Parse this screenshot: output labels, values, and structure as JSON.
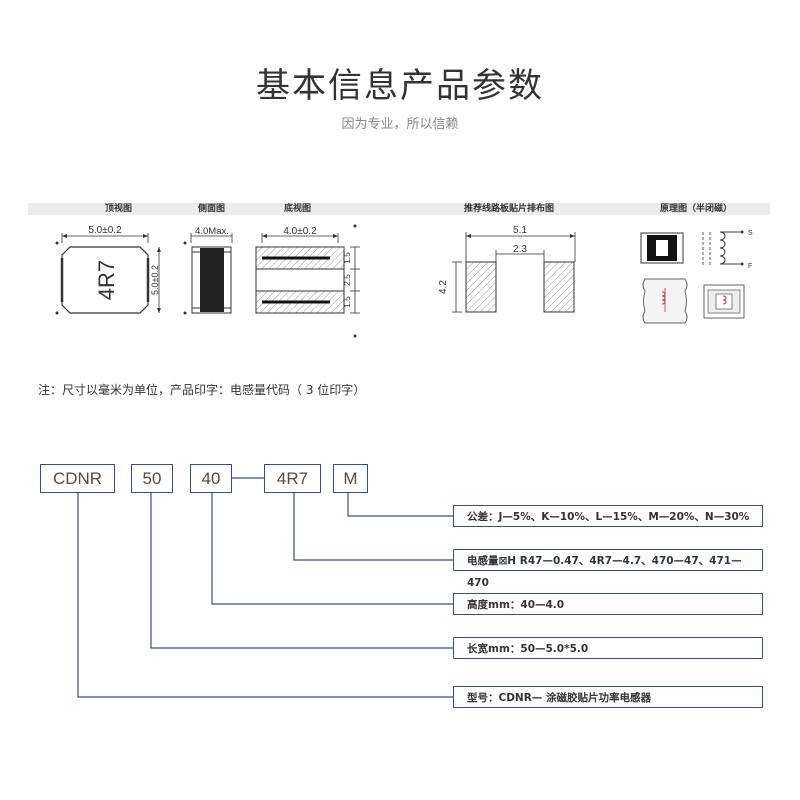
{
  "title": {
    "main": "基本信息",
    "highlight": "产品参数"
  },
  "subtitle": "因为专业，所以信赖",
  "diagram_headers": {
    "top_view": "顶视图",
    "side_view": "侧面图",
    "bottom_view": "底视图",
    "pad_layout": "推荐线路板贴片排布图",
    "schematic": "原理图（半闭磁）"
  },
  "dimensions": {
    "top_width": "5.0±0.2",
    "top_height": "5.0±0.2",
    "marking": "4R7",
    "side_height": "4.0Max.",
    "bottom_width": "4.0±0.2",
    "bottom_seg1": "1.5",
    "bottom_seg2": "2.5",
    "bottom_seg3": "1.5",
    "pad_total": "5.1",
    "pad_gap": "2.3",
    "pad_height": "4.2",
    "pin_s": "S",
    "pin_f": "F"
  },
  "note": "注：尺寸以毫米为单位，产品印字：电感量代码（ 3 位印字）",
  "codes": [
    "CDNR",
    "50",
    "40",
    "4R7",
    "M"
  ],
  "descriptions": [
    "公差：J—5%、K—10%、L—15%、M—20%、N—30%",
    "电感量⊠H  R47—0.47、4R7—4.7、470—47、471—470",
    "高度mm：40—4.0",
    "长宽mm：50—5.0*5.0",
    "型号：CDNR— 涂磁胶贴片功率电感器"
  ],
  "colors": {
    "accent": "#7ab33a",
    "line": "#2c4f9e",
    "code_text": "#5b4a3b"
  }
}
